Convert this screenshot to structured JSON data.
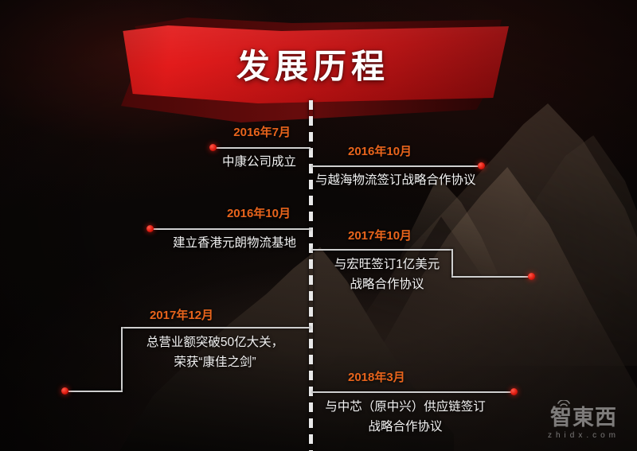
{
  "page": {
    "title": "发展历程",
    "accent_orange": "#E8641C",
    "accent_red": "#E21414",
    "line_color": "#CFCFCF",
    "text_color": "#F2F2F2",
    "background": "#080607"
  },
  "timeline": {
    "left_entries": [
      {
        "date": "2016年7月",
        "description": "中康公司成立",
        "description_lines": [
          "中康公司成立"
        ],
        "connector": "straight"
      },
      {
        "date": "2016年10月",
        "description": "建立香港元朗物流基地",
        "description_lines": [
          "建立香港元朗物流基地"
        ],
        "connector": "straight"
      },
      {
        "date": "2017年12月",
        "description": "总营业额突破50亿大关，荣获“康佳之剑”",
        "description_lines": [
          "总营业额突破50亿大关，",
          "荣获“康佳之剑”"
        ],
        "connector": "stepped"
      }
    ],
    "right_entries": [
      {
        "date": "2016年10月",
        "description": "与越海物流签订战略合作协议",
        "description_lines": [
          "与越海物流签订战略合作协议"
        ],
        "connector": "straight"
      },
      {
        "date": "2017年10月",
        "description": "与宏旺签订1亿美元战略合作协议",
        "description_lines": [
          "与宏旺签订1亿美元",
          "战略合作协议"
        ],
        "connector": "stepped"
      },
      {
        "date": "2018年3月",
        "description": "与中芯（原中兴）供应链签订战略合作协议",
        "description_lines": [
          "与中芯（原中兴）供应链签订",
          "战略合作协议"
        ],
        "connector": "straight"
      }
    ]
  },
  "watermark": {
    "logo_text": "智東西",
    "url": "zhidx.com"
  }
}
